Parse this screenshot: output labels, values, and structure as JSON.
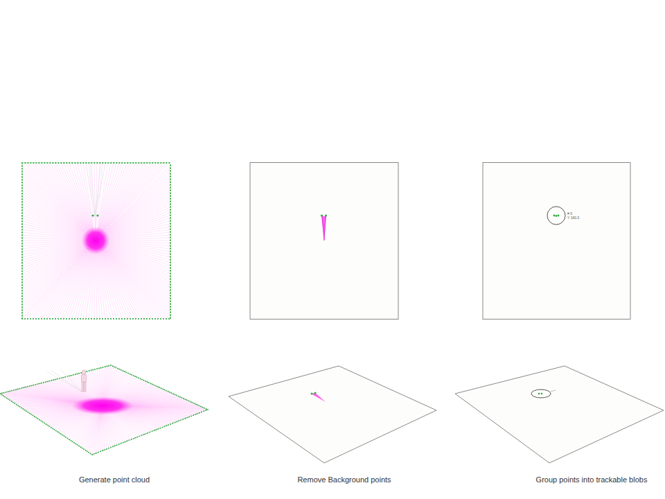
{
  "diagram": {
    "labels": [
      "# 0",
      "Y 160.3",
      "Generate point cloud",
      "Remove Background points",
      "Group points into trackable blobs"
    ]
  }
}
